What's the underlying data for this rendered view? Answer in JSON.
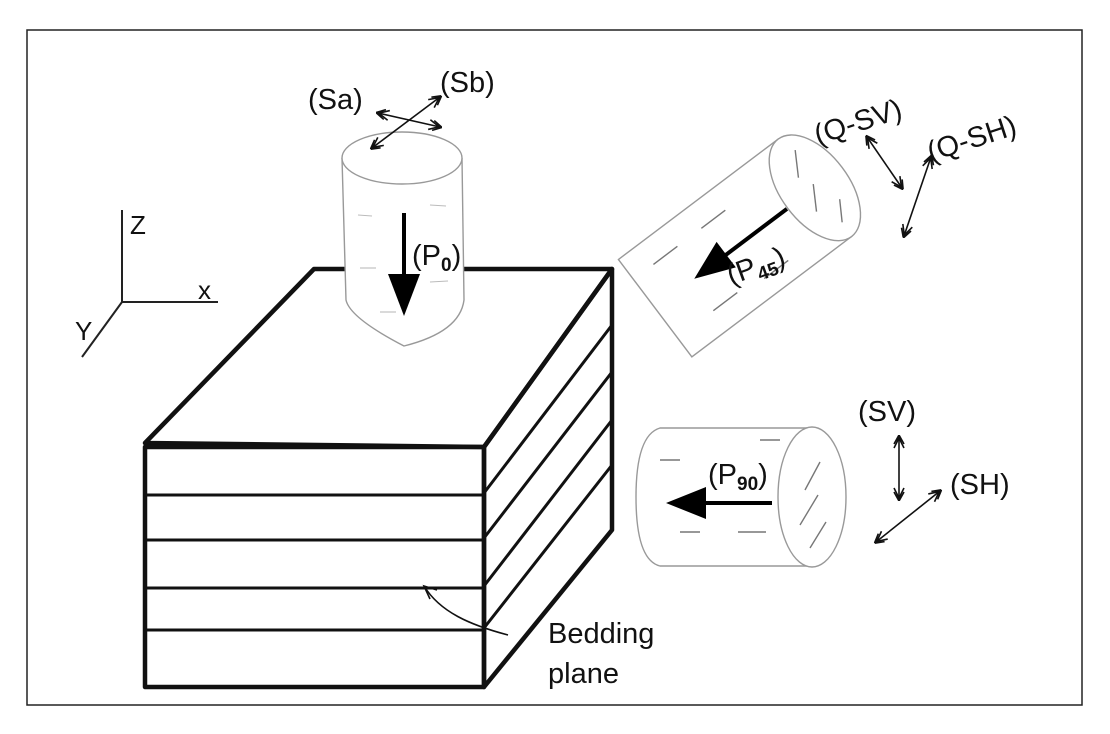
{
  "axes": {
    "z": "Z",
    "x": "x",
    "y": "Y"
  },
  "core_vertical": {
    "shear_a": "(Sa)",
    "shear_b": "(Sb)",
    "p_wave": {
      "prefix": "(P",
      "sub": "0",
      "suffix": ")"
    }
  },
  "core_45": {
    "qsv": "(Q-SV)",
    "qsh": "(Q-SH)",
    "p_wave": {
      "prefix": "(P",
      "sub": "45",
      "suffix": ")"
    }
  },
  "core_90": {
    "sv": "(SV)",
    "sh": "(SH)",
    "p_wave": {
      "prefix": "(P",
      "sub": "90",
      "suffix": ")"
    }
  },
  "block": {
    "bedding_line1": "Bedding",
    "bedding_line2": "plane"
  }
}
